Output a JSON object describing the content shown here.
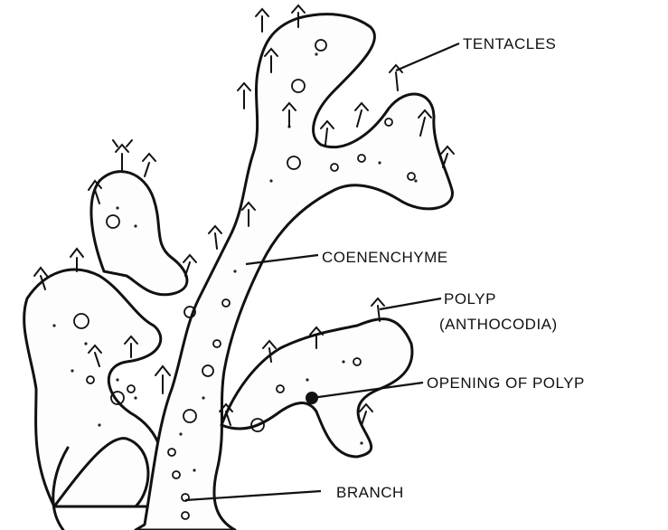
{
  "labels": {
    "tentacles": "TENTACLES",
    "coenenchyme": "COENENCHYME",
    "polyp_line1": "POLYP",
    "polyp_line2": "(ANTHOCODIA)",
    "opening_of_polyp": "OPENING OF POLYP",
    "branch": "BRANCH"
  }
}
